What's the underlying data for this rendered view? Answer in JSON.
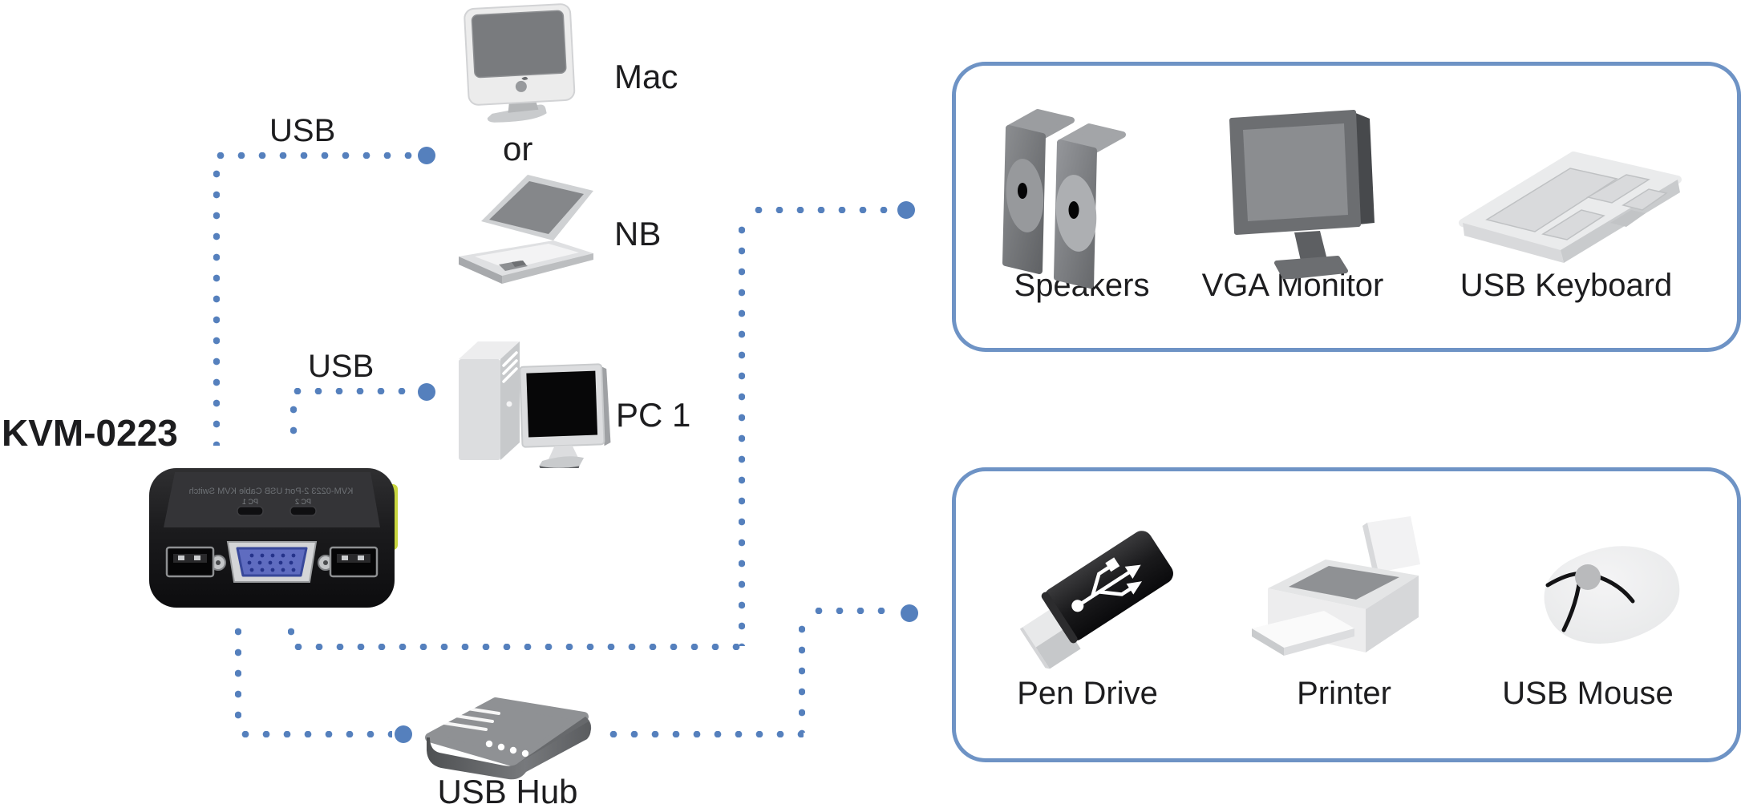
{
  "diagram": {
    "title_model": "KVM-0223",
    "kvm_top_print": "KVM-0223 2-Port USB Cable KVM Switch",
    "kvm_ports": [
      "PC 1",
      "PC 2"
    ],
    "labels": {
      "usb_top": "USB",
      "usb_mid": "USB",
      "mac": "Mac",
      "or": "or",
      "nb": "NB",
      "pc1": "PC 1",
      "usb_hub": "USB Hub"
    },
    "console_box": {
      "items": [
        {
          "name": "speakers",
          "label": "Speakers"
        },
        {
          "name": "vga-monitor",
          "label": "VGA Monitor"
        },
        {
          "name": "usb-keyboard",
          "label": "USB Keyboard"
        }
      ]
    },
    "peripheral_box": {
      "items": [
        {
          "name": "pen-drive",
          "label": "Pen Drive"
        },
        {
          "name": "printer",
          "label": "Printer"
        },
        {
          "name": "usb-mouse",
          "label": "USB Mouse"
        }
      ]
    },
    "colors": {
      "dot_blue": "#5580bd",
      "box_border": "#6e93c5",
      "text": "#1d1d1f",
      "kvm_accent_green": "#c8d53e",
      "vga_port_blue": "#5f6cc0"
    }
  }
}
